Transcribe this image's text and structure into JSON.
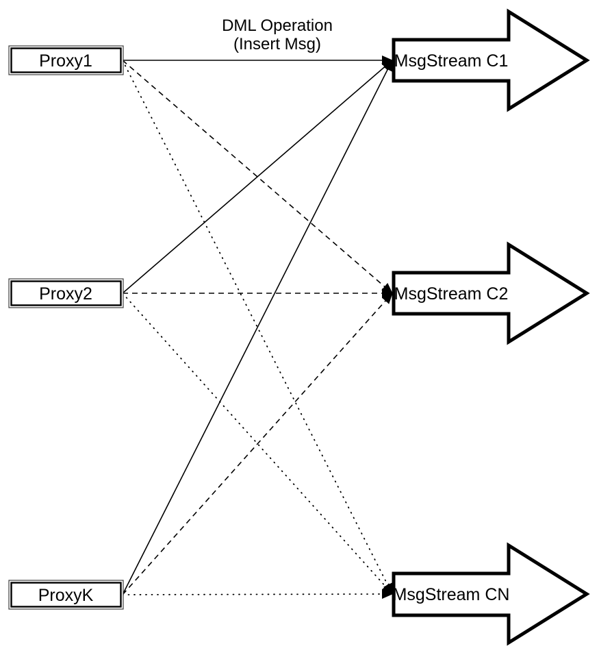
{
  "diagram": {
    "title": {
      "line1": "DML Operation",
      "line2": "(Insert Msg)"
    },
    "proxies": [
      {
        "id": "proxy1",
        "label": "Proxy1"
      },
      {
        "id": "proxy2",
        "label": "Proxy2"
      },
      {
        "id": "proxyK",
        "label": "ProxyK"
      }
    ],
    "streams": [
      {
        "id": "c1",
        "label": "MsgStream C1"
      },
      {
        "id": "c2",
        "label": "MsgStream C2"
      },
      {
        "id": "cN",
        "label": "MsgStream CN"
      }
    ],
    "connections": [
      {
        "from": "proxy1",
        "to": "c1",
        "style": "solid"
      },
      {
        "from": "proxy1",
        "to": "c2",
        "style": "dashed"
      },
      {
        "from": "proxy1",
        "to": "cN",
        "style": "dotted"
      },
      {
        "from": "proxy2",
        "to": "c1",
        "style": "solid"
      },
      {
        "from": "proxy2",
        "to": "c2",
        "style": "dashed"
      },
      {
        "from": "proxy2",
        "to": "cN",
        "style": "dotted"
      },
      {
        "from": "proxyK",
        "to": "c1",
        "style": "solid"
      },
      {
        "from": "proxyK",
        "to": "c2",
        "style": "dashed"
      },
      {
        "from": "proxyK",
        "to": "cN",
        "style": "dotted"
      }
    ],
    "colors": {
      "stroke": "#000000",
      "fill": "#ffffff",
      "box_outer_stroke": "#3c3c3c"
    }
  }
}
